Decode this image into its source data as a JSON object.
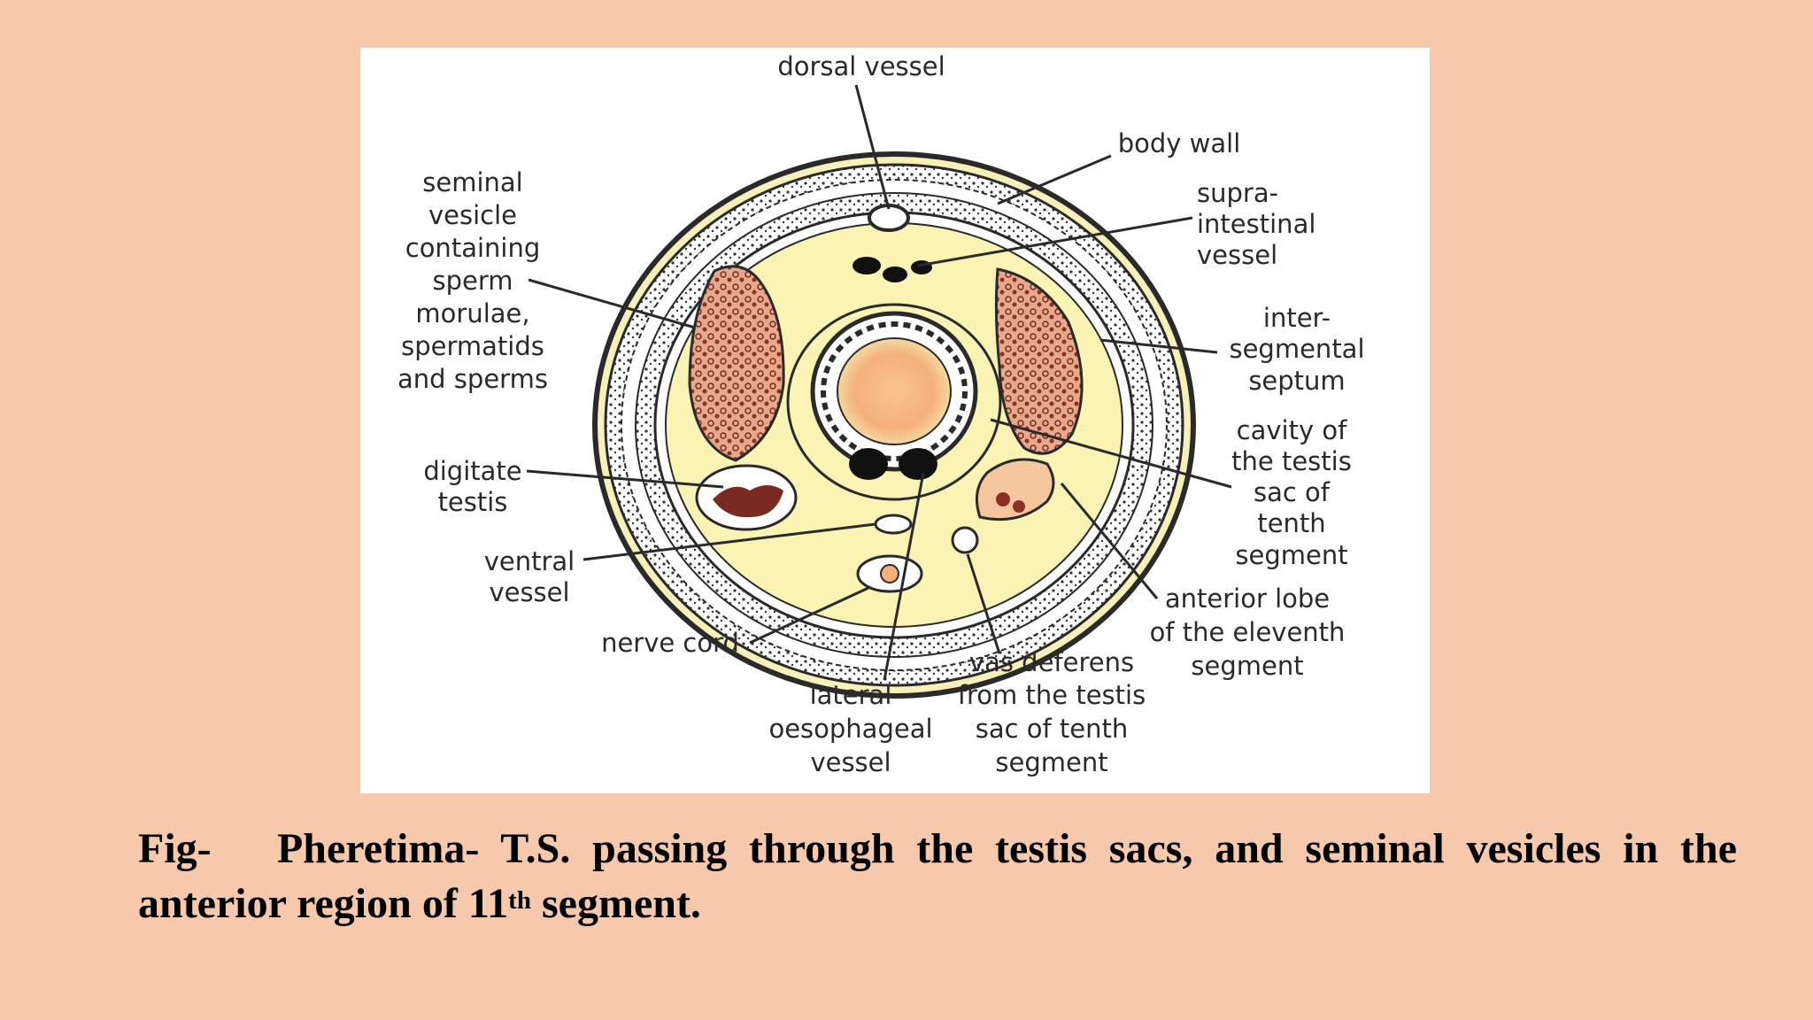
{
  "figure": {
    "labels": {
      "dorsal_vessel": "dorsal vessel",
      "body_wall": "body wall",
      "supra_intestinal": [
        "supra-",
        "intestinal",
        "vessel"
      ],
      "seminal_vesicle": [
        "seminal",
        "vesicle",
        "containing",
        "sperm",
        "morulae,",
        "spermatids",
        "and sperms"
      ],
      "inter_segmental": [
        "inter-",
        "segmental",
        "septum"
      ],
      "cavity_testis": [
        "cavity of",
        "the testis",
        "sac of",
        "tenth",
        "segment"
      ],
      "digitate_testis": [
        "digitate",
        "testis"
      ],
      "ventral_vessel": [
        "ventral",
        "vessel"
      ],
      "anterior_lobe": [
        "anterior lobe",
        "of the eleventh",
        "segment"
      ],
      "nerve_cord": "nerve cord",
      "lateral_oesophageal": [
        "lateral",
        "oesophageal",
        "vessel"
      ],
      "vas_deferens": [
        "vas deferens",
        "from the testis",
        "sac of tenth",
        "segment"
      ]
    }
  },
  "caption": {
    "prefix": "Fig-",
    "text": "Pheretima- T.S. passing through the testis sacs, and seminal vesicles in the anterior region of 11",
    "superscript": "th",
    "suffix": " segment."
  },
  "colors": {
    "background": "#F6C9AC",
    "panel": "#FFFFFF",
    "coelom_fill": "#FAF3B4",
    "vesicle_fill": "#E8A98A",
    "gut_center": "#F6B07A",
    "outline": "#2a2a2a"
  }
}
